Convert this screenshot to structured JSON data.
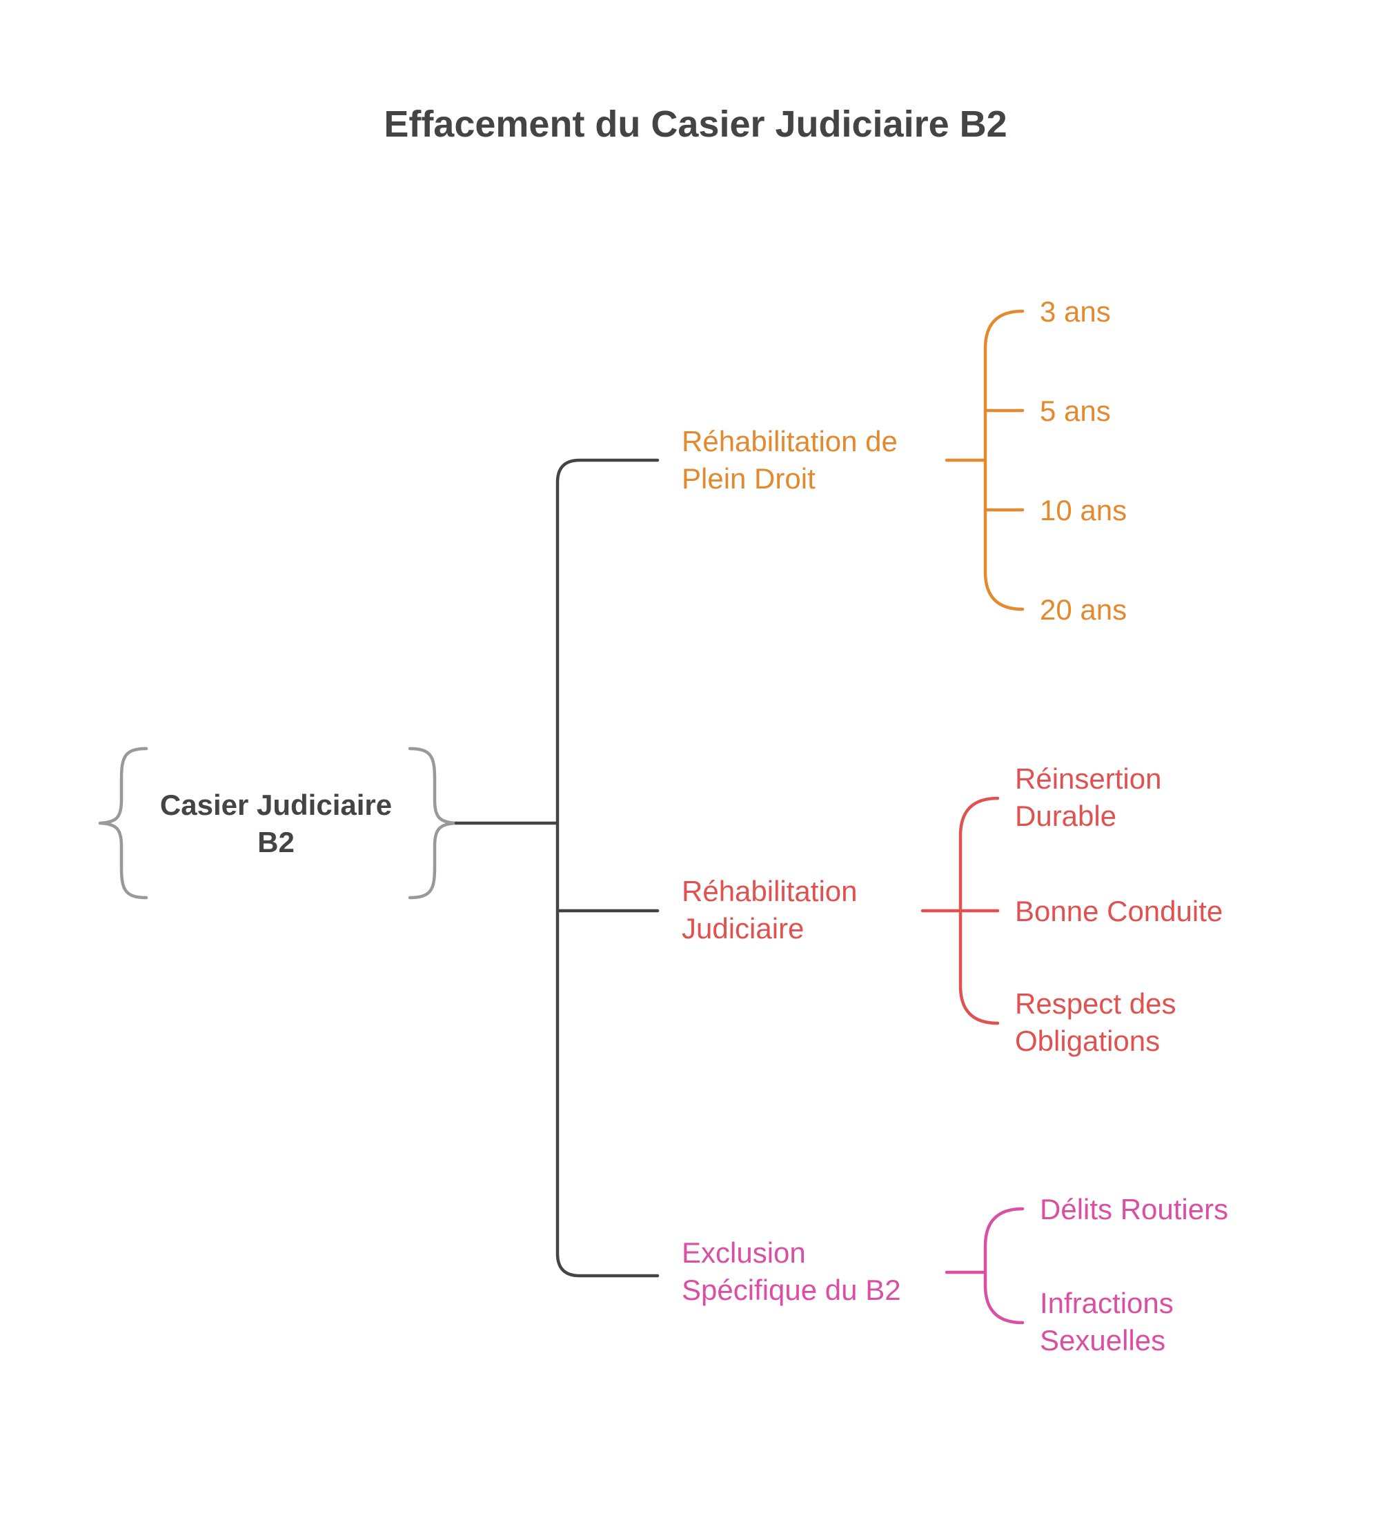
{
  "title": "Effacement du Casier Judiciaire B2",
  "colors": {
    "root": "#444444",
    "bracket": "#999999",
    "branch_plein_droit": "#E3892E",
    "branch_judiciaire": "#E0524F",
    "branch_exclusion": "#DB4FA3"
  },
  "root": {
    "lines": [
      "Casier Judiciaire",
      "B2"
    ]
  },
  "branches": [
    {
      "id": "plein-droit",
      "lines": [
        "Réhabilitation de",
        "Plein Droit"
      ],
      "children": [
        {
          "lines": [
            "3 ans"
          ]
        },
        {
          "lines": [
            "5 ans"
          ]
        },
        {
          "lines": [
            "10 ans"
          ]
        },
        {
          "lines": [
            "20 ans"
          ]
        }
      ]
    },
    {
      "id": "judiciaire",
      "lines": [
        "Réhabilitation",
        "Judiciaire"
      ],
      "children": [
        {
          "lines": [
            "Réinsertion",
            "Durable"
          ]
        },
        {
          "lines": [
            "Bonne Conduite"
          ]
        },
        {
          "lines": [
            "Respect des",
            "Obligations"
          ]
        }
      ]
    },
    {
      "id": "exclusion",
      "lines": [
        "Exclusion",
        "Spécifique du B2"
      ],
      "children": [
        {
          "lines": [
            "Délits Routiers"
          ]
        },
        {
          "lines": [
            "Infractions",
            "Sexuelles"
          ]
        }
      ]
    }
  ]
}
